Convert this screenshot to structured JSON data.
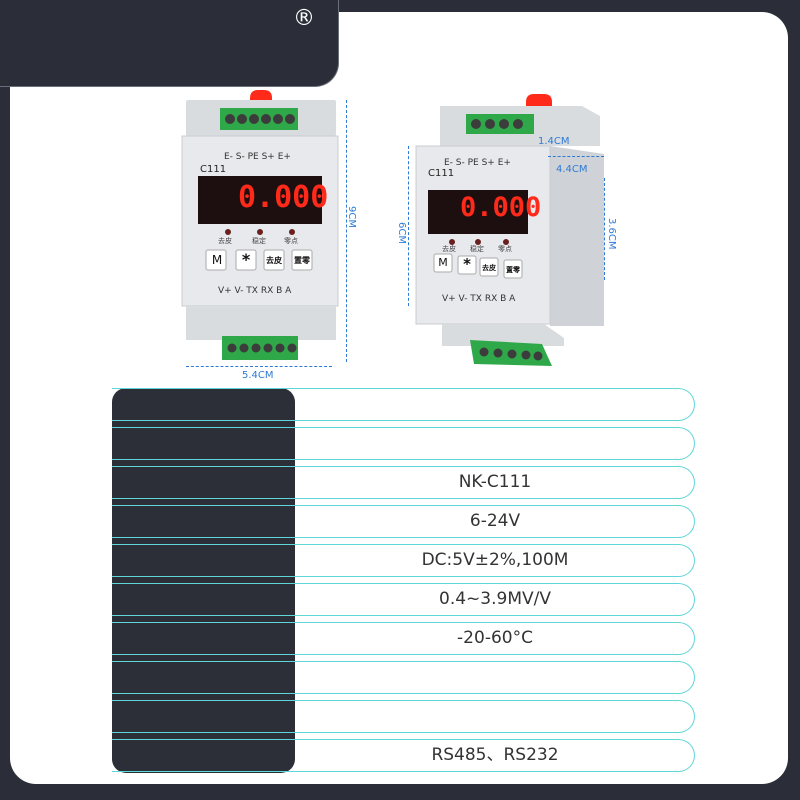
{
  "badge": {
    "registered": "®"
  },
  "device_front": {
    "terminals_top": "E- S- PE S+ E+",
    "model": "C111",
    "display": "0.000",
    "indicators": [
      "去皮",
      "稳定",
      "零点"
    ],
    "buttons": [
      "M",
      "*",
      "去皮",
      "置零"
    ],
    "terminals_bottom": "V+ V- TX RX B A",
    "dim_width": "5.4CM",
    "dim_height": "9CM"
  },
  "device_side": {
    "terminals_top": "E- S- PE S+ E+",
    "model": "C111",
    "display": "0.000",
    "indicators": [
      "去皮",
      "稳定",
      "零点"
    ],
    "buttons": [
      "M",
      "*",
      "去皮",
      "置零"
    ],
    "terminals_bottom": "V+ V- TX RX B A",
    "dim_depth_top": "1.4CM",
    "dim_depth": "4.4CM",
    "dim_height": "6CM",
    "dim_side_height": "3.6CM"
  },
  "specs": [
    {
      "value": ""
    },
    {
      "value": ""
    },
    {
      "value": "NK-C111"
    },
    {
      "value": "6-24V"
    },
    {
      "value": "DC:5V±2%,100M"
    },
    {
      "value": "0.4~3.9MV/V"
    },
    {
      "value": "-20-60°C"
    },
    {
      "value": ""
    },
    {
      "value": ""
    },
    {
      "value": "RS485、RS232"
    }
  ],
  "colors": {
    "background": "#2b2e38",
    "card": "#ffffff",
    "row_border": "#5fd6d8",
    "led_red": "#ff2a1a",
    "terminal_green": "#2fa84a",
    "dimension_blue": "#2f7bd4"
  }
}
